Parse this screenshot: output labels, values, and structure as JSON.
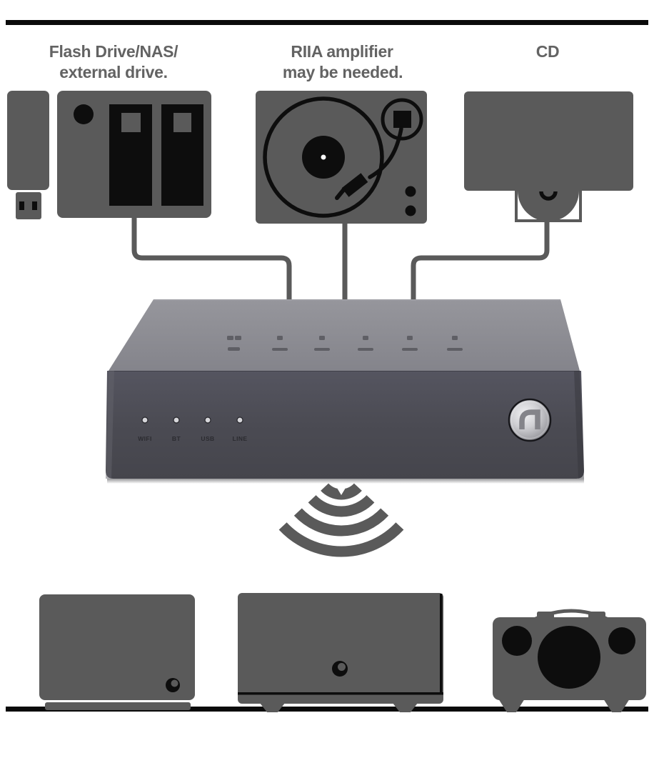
{
  "frame": {
    "background": "#ffffff",
    "bar_color": "#0b0b0b"
  },
  "palette": {
    "artwork_gray": "#5a5a5a",
    "detail_black": "#0d0d0d",
    "text_gray": "#636363",
    "device_top_gray": "#8e8e94",
    "device_front_gray": "#4c4c54",
    "knob_silver": "#c9c9cd",
    "led_dot": "#d6d6da"
  },
  "sources": {
    "storage": {
      "line1": "Flash Drive/NAS/",
      "line2": "external drive.",
      "icons": [
        "usb-flash-drive",
        "nas-enclosure"
      ]
    },
    "phono": {
      "line1": "RIIA amplifier",
      "line2": "may be needed.",
      "icons": [
        "turntable"
      ]
    },
    "cd": {
      "line1": "CD",
      "icons": [
        "cd-player-with-disc"
      ]
    }
  },
  "streamer": {
    "led_labels": [
      "WIFI",
      "BT",
      "USB",
      "LINE"
    ],
    "icons": [
      "top-touch-controls",
      "status-leds",
      "volume-knob-with-logo"
    ]
  },
  "wireless": {
    "icon": "wifi-signal-downward"
  },
  "outputs": {
    "icons": [
      "bookshelf-speaker",
      "cabinet-speaker",
      "portable-boombox-speaker"
    ]
  }
}
